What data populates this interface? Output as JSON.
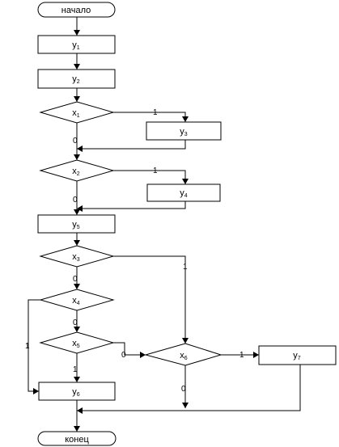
{
  "nodes": {
    "start": {
      "label": "начало"
    },
    "y1": {
      "base": "y",
      "sub": "1"
    },
    "y2": {
      "base": "y",
      "sub": "2"
    },
    "x1": {
      "base": "x",
      "sub": "1"
    },
    "y3": {
      "base": "y",
      "sub": "3"
    },
    "x2": {
      "base": "x",
      "sub": "2"
    },
    "y4": {
      "base": "y",
      "sub": "4"
    },
    "y5": {
      "base": "y",
      "sub": "5"
    },
    "x3": {
      "base": "x",
      "sub": "3"
    },
    "x4": {
      "base": "x",
      "sub": "4"
    },
    "x5": {
      "base": "x",
      "sub": "5"
    },
    "x6": {
      "base": "x",
      "sub": "6"
    },
    "y7": {
      "base": "y",
      "sub": "7"
    },
    "y6": {
      "base": "y",
      "sub": "6"
    },
    "end": {
      "label": "конец"
    }
  },
  "edge_labels": {
    "x1_true": "1",
    "x1_false": "0",
    "x2_true": "1",
    "x2_false": "0",
    "x3_true": "1",
    "x3_false": "0",
    "x4_true": "1",
    "x4_false": "0",
    "x5_true": "1",
    "x5_false": "0",
    "x6_true": "1",
    "x6_false": "0"
  }
}
